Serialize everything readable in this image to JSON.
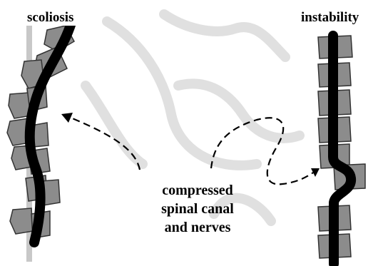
{
  "titles": {
    "left": "scoliosis",
    "right": "instability"
  },
  "caption": {
    "lines": [
      "compressed",
      "spinal canal",
      "and nerves"
    ]
  },
  "colors": {
    "vertebra_fill": "#8c8c8c",
    "spinal_cord": "#000000",
    "background_sketch": "#d6d6d6",
    "guide_bar": "#c8c8c8"
  }
}
